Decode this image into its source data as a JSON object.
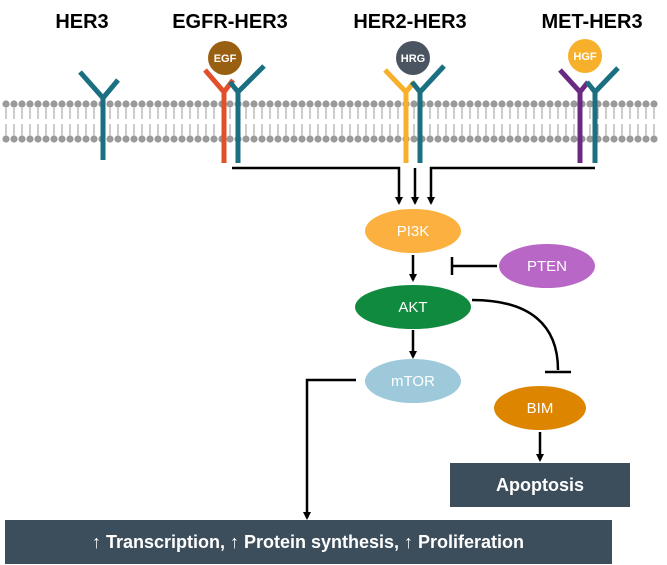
{
  "receptor_titles": [
    "HER3",
    "EGFR-HER3",
    "HER2-HER3",
    "MET-HER3"
  ],
  "ligands": {
    "egf": "EGF",
    "hrg": "HRG",
    "hgf": "HGF"
  },
  "nodes": {
    "pi3k": "PI3K",
    "pten": "PTEN",
    "akt": "AKT",
    "mtor": "mTOR",
    "bim": "BIM"
  },
  "outcomes": {
    "apoptosis": "Apoptosis",
    "growth": "↑ Transcription, ↑ Protein synthesis, ↑ Proliferation"
  },
  "colors": {
    "her3": "#1a6f80",
    "egfr": "#e2502a",
    "her2": "#f7b02c",
    "met": "#6b2a82",
    "egf": "#9a6012",
    "hrg": "#4b5561",
    "hgf": "#f7b02c",
    "pi3k": "#fbb040",
    "pten": "#b867c6",
    "akt": "#0f8a3e",
    "mtor": "#9dc9da",
    "bim": "#de8500",
    "outcome_box": "#3c4e5b",
    "membrane": "#9a9a9a"
  }
}
